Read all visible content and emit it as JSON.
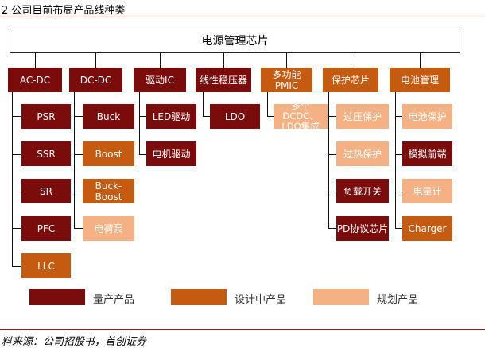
{
  "header": {
    "title": "2  公司目前布局产品线种类"
  },
  "root": {
    "label": "电源管理芯片"
  },
  "categories": [
    {
      "label": "AC-DC",
      "status": "production"
    },
    {
      "label": "DC-DC",
      "status": "production"
    },
    {
      "label": "驱动IC",
      "status": "production"
    },
    {
      "label": "线性稳压器",
      "status": "production"
    },
    {
      "label": "多功能\nPMIC",
      "status": "design"
    },
    {
      "label": "保护芯片",
      "status": "design"
    },
    {
      "label": "电池管理",
      "status": "design"
    }
  ],
  "items": {
    "acdc": [
      {
        "label": "PSR",
        "status": "production"
      },
      {
        "label": "SSR",
        "status": "production"
      },
      {
        "label": "SR",
        "status": "production"
      },
      {
        "label": "PFC",
        "status": "production"
      },
      {
        "label": "LLC",
        "status": "design"
      }
    ],
    "dcdc": [
      {
        "label": "Buck",
        "status": "production"
      },
      {
        "label": "Boost",
        "status": "design"
      },
      {
        "label": "Buck-Boost",
        "status": "design"
      },
      {
        "label": "电荷泵",
        "status": "planned"
      }
    ],
    "driver": [
      {
        "label": "LED驱动",
        "status": "production"
      },
      {
        "label": "电机驱动",
        "status": "production"
      }
    ],
    "linear": [
      {
        "label": "LDO",
        "status": "production"
      }
    ],
    "pmic": [
      {
        "label": "多个DCDC、\nLDO集成",
        "status": "planned"
      }
    ],
    "protect": [
      {
        "label": "过压保护",
        "status": "planned"
      },
      {
        "label": "过热保护",
        "status": "planned"
      },
      {
        "label": "负载开关",
        "status": "production"
      },
      {
        "label": "PD协议芯片",
        "status": "production"
      }
    ],
    "battery": [
      {
        "label": "电池保护",
        "status": "planned"
      },
      {
        "label": "模拟前端",
        "status": "production"
      },
      {
        "label": "电量计",
        "status": "planned"
      },
      {
        "label": "Charger",
        "status": "design"
      }
    ]
  },
  "legend": [
    {
      "label": "量产产品",
      "color": "#7a0c0c"
    },
    {
      "label": "设计中产品",
      "color": "#c55a11"
    },
    {
      "label": "规划产品",
      "color": "#f4b183"
    }
  ],
  "source": "料来源：公司招股书，首创证券"
}
